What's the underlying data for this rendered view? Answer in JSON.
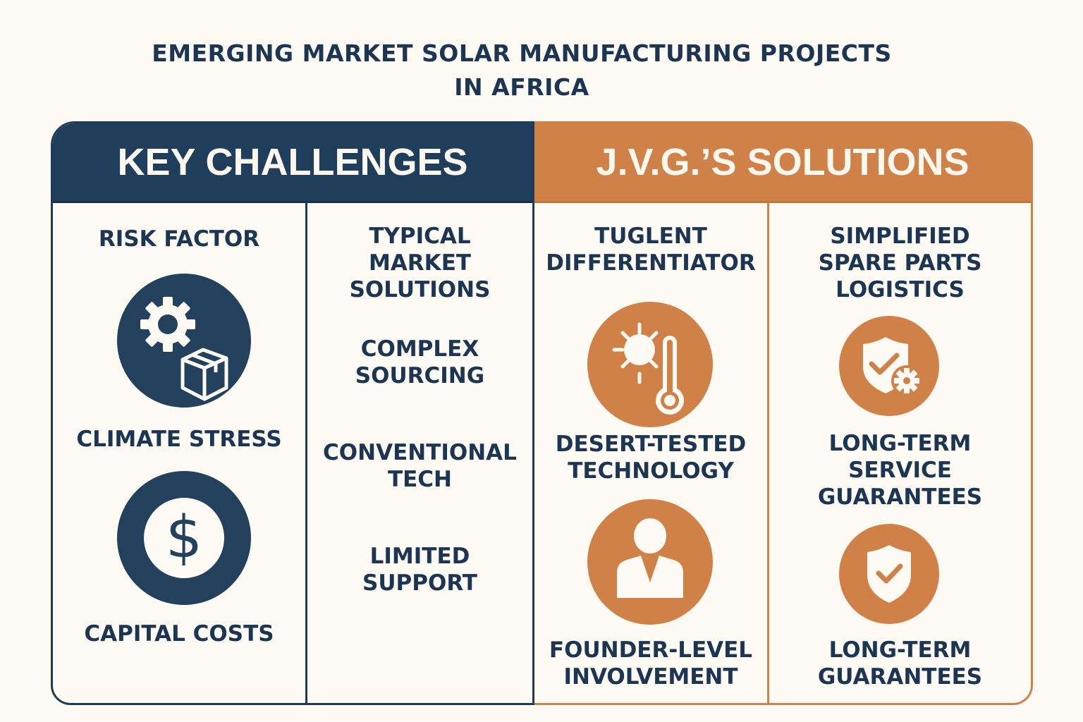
{
  "title": {
    "line1": "EMERGING MARKET SOLAR MANUFACTURING PROJECTS",
    "line2": "IN AFRICA"
  },
  "colors": {
    "navy": "#1f3e5b",
    "orange": "#d08148",
    "background": "#fdf9f3",
    "text": "#1b3553"
  },
  "challenges": {
    "header": "KEY CHALLENGES",
    "risk_column": {
      "heading": "RISK FACTOR",
      "items": [
        {
          "label": "CLIMATE STRESS",
          "icon": "gear-box-icon"
        },
        {
          "label": "CAPITAL COSTS",
          "icon": "dollar-coin-icon"
        }
      ]
    },
    "market_column": {
      "heading_lines": [
        "TYPICAL",
        "MARKET",
        "SOLUTIONS"
      ],
      "items": [
        {
          "lines": [
            "COMPLEX",
            "SOURCING"
          ]
        },
        {
          "lines": [
            "CONVENTIONAL",
            "TECH"
          ]
        },
        {
          "lines": [
            "LIMITED",
            "SUPPORT"
          ]
        }
      ]
    }
  },
  "solutions": {
    "header": "J.V.G.’S SOLUTIONS",
    "differentiator_column": {
      "heading_lines": [
        "TUGLENT",
        "DIFFERENTIATOR"
      ],
      "items": [
        {
          "lines": [
            "DESERT-TESTED",
            "TECHNOLOGY"
          ],
          "icon": "sun-thermometer-icon"
        },
        {
          "lines": [
            "FOUNDER-LEVEL",
            "INVOLVEMENT"
          ],
          "icon": "person-icon"
        }
      ]
    },
    "logistics_column": {
      "heading_lines": [
        "SIMPLIFIED",
        "SPARE PARTS",
        "LOGISTICS"
      ],
      "items": [
        {
          "lines": [
            "LONG-TERM",
            "SERVICE",
            "GUARANTEES"
          ],
          "icon": "shield-gear-icon"
        },
        {
          "lines": [
            "LONG-TERM",
            "GUARANTEES"
          ],
          "icon": "shield-check-icon"
        }
      ]
    }
  }
}
